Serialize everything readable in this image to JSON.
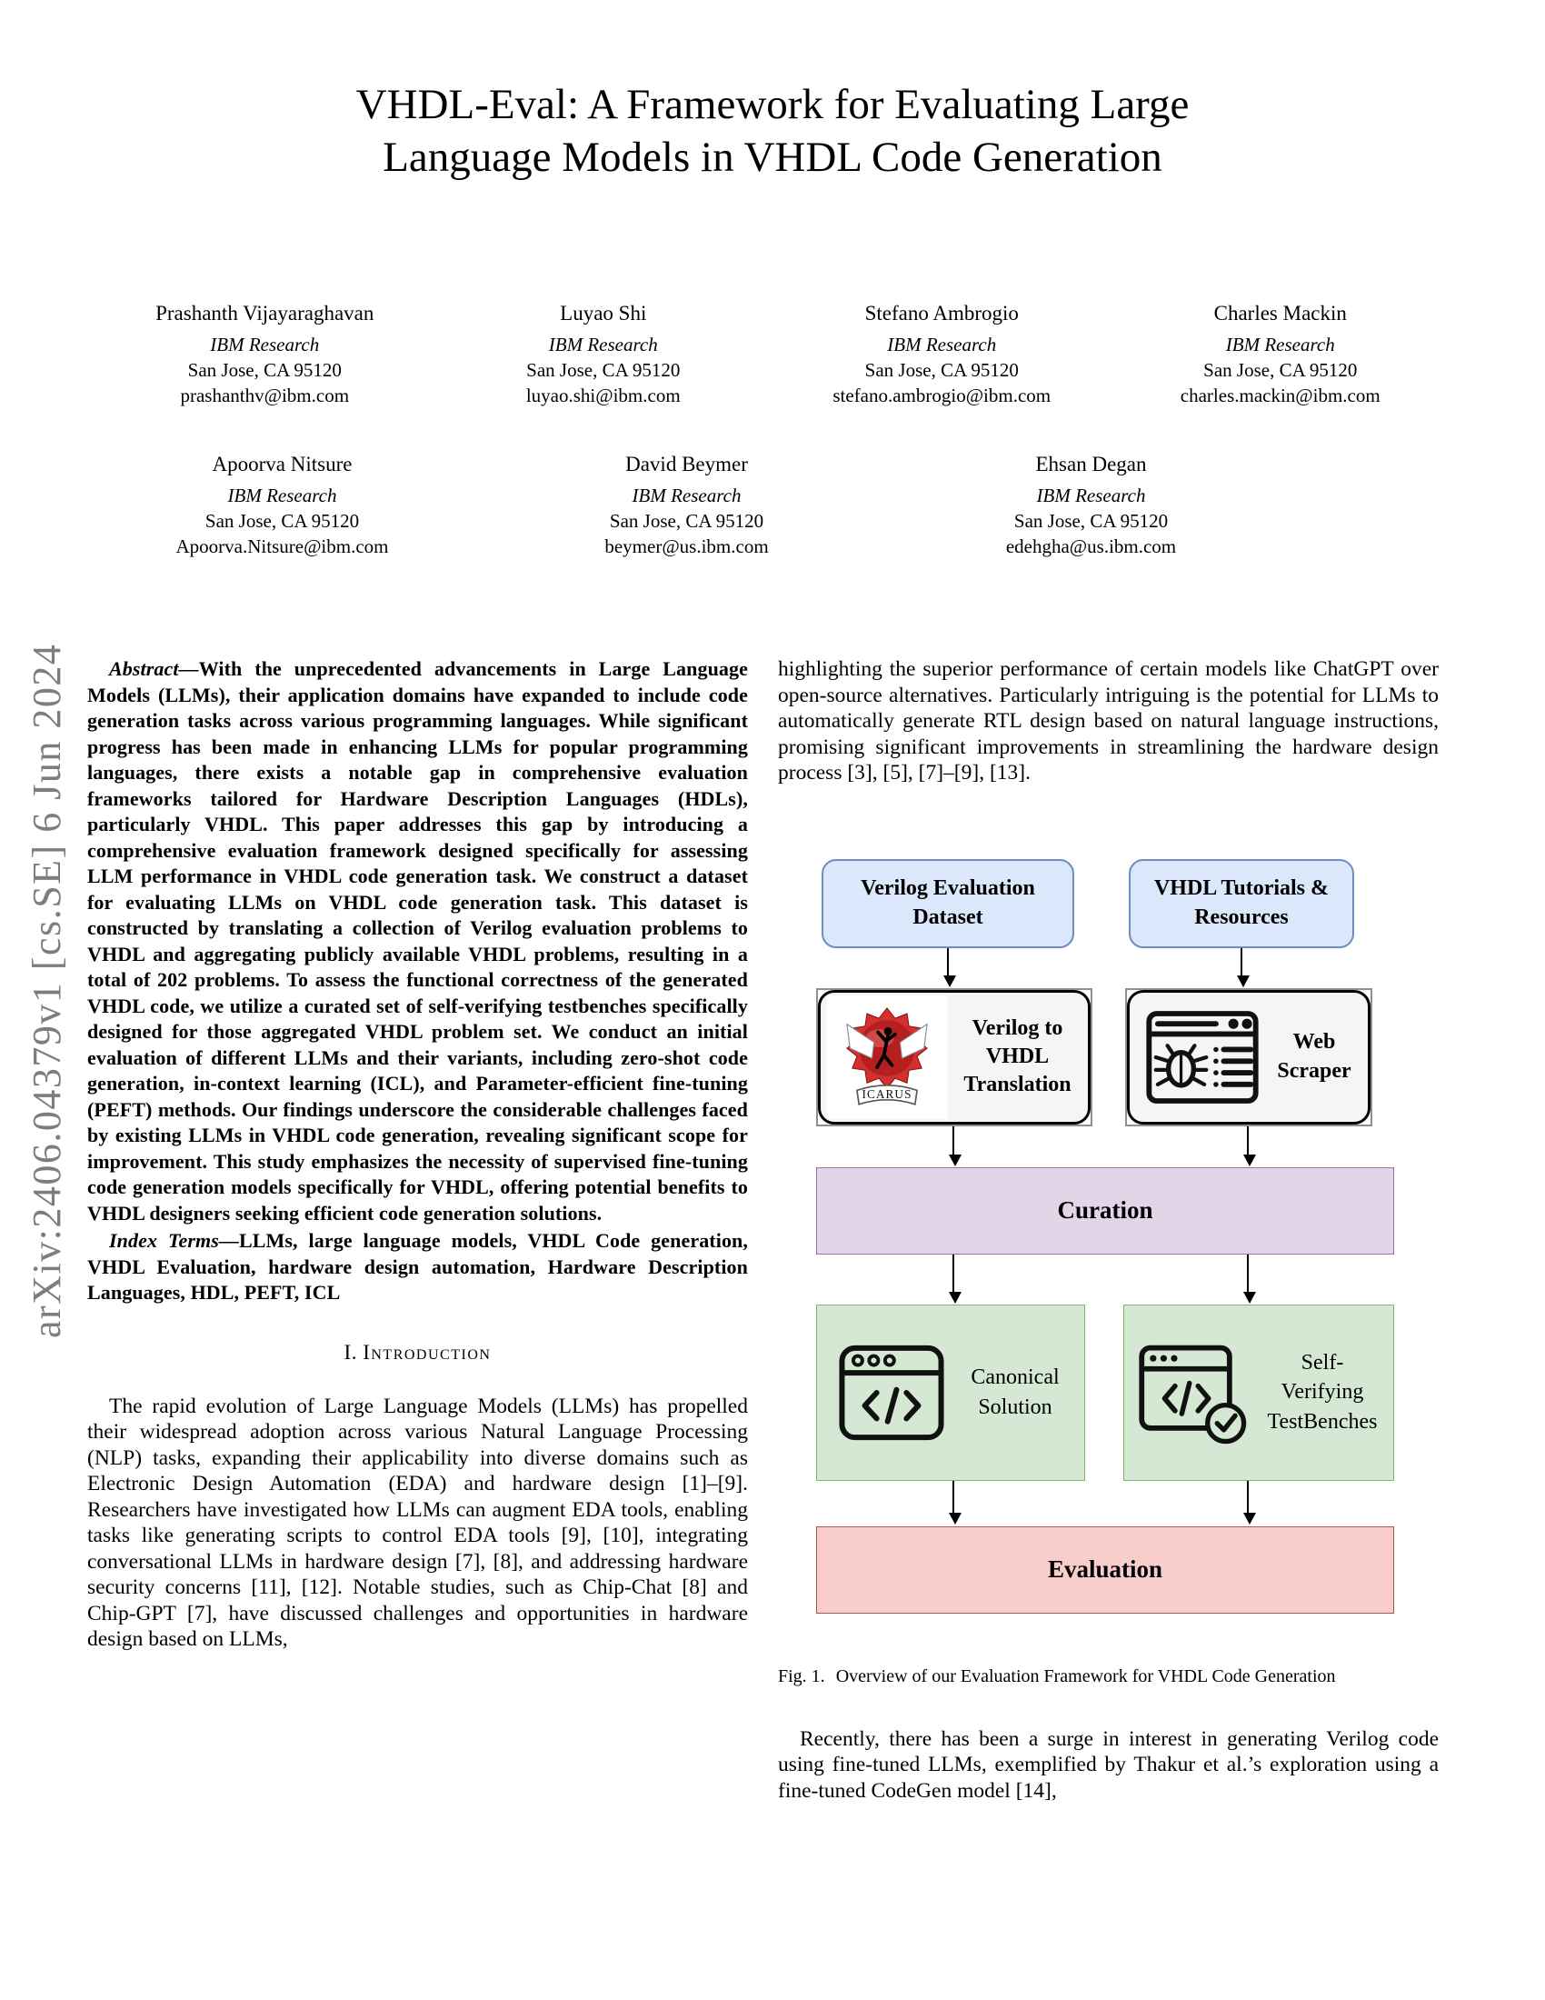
{
  "arxiv_stamp": "arXiv:2406.04379v1  [cs.SE]  6 Jun 2024",
  "title": "VHDL-Eval: A Framework for Evaluating Large Language Models in VHDL Code Generation",
  "authors": {
    "row1": [
      {
        "name": "Prashanth Vijayaraghavan",
        "affiliation": "IBM Research",
        "location": "San Jose, CA 95120",
        "email": "prashanthv@ibm.com"
      },
      {
        "name": "Luyao Shi",
        "affiliation": "IBM Research",
        "location": "San Jose, CA 95120",
        "email": "luyao.shi@ibm.com"
      },
      {
        "name": "Stefano Ambrogio",
        "affiliation": "IBM Research",
        "location": "San Jose, CA 95120",
        "email": "stefano.ambrogio@ibm.com"
      },
      {
        "name": "Charles Mackin",
        "affiliation": "IBM Research",
        "location": "San Jose, CA 95120",
        "email": "charles.mackin@ibm.com"
      }
    ],
    "row2": [
      {
        "name": "Apoorva Nitsure",
        "affiliation": "IBM Research",
        "location": "San Jose, CA 95120",
        "email": "Apoorva.Nitsure@ibm.com"
      },
      {
        "name": "David Beymer",
        "affiliation": "IBM Research",
        "location": "San Jose, CA 95120",
        "email": "beymer@us.ibm.com"
      },
      {
        "name": "Ehsan Degan",
        "affiliation": "IBM Research",
        "location": "San Jose, CA 95120",
        "email": "edehgha@us.ibm.com"
      }
    ]
  },
  "abstract": {
    "lead": "Abstract—",
    "text": "With the unprecedented advancements in Large Language Models (LLMs), their application domains have expanded to include code generation tasks across various programming languages. While significant progress has been made in enhancing LLMs for popular programming languages, there exists a notable gap in comprehensive evaluation frameworks tailored for Hardware Description Languages (HDLs), particularly VHDL. This paper addresses this gap by introducing a comprehensive evaluation framework designed specifically for assessing LLM performance in VHDL code generation task. We construct a dataset for evaluating LLMs on VHDL code generation task. This dataset is constructed by translating a collection of Verilog evaluation problems to VHDL and aggregating publicly available VHDL problems, resulting in a total of 202 problems. To assess the functional correctness of the generated VHDL code, we utilize a curated set of self-verifying testbenches specifically designed for those aggregated VHDL problem set. We conduct an initial evaluation of different LLMs and their variants, including zero-shot code generation, in-context learning (ICL), and Parameter-efficient fine-tuning (PEFT) methods. Our findings underscore the considerable challenges faced by existing LLMs in VHDL code generation, revealing significant scope for improvement. This study emphasizes the necessity of supervised fine-tuning code generation models specifically for VHDL, offering potential benefits to VHDL designers seeking efficient code generation solutions."
  },
  "index_terms": {
    "lead": "Index Terms—",
    "text": "LLMs, large language models, VHDL Code generation, VHDL Evaluation, hardware design automation, Hardware Description Languages, HDL, PEFT, ICL"
  },
  "section": {
    "number": "I.",
    "title": "Introduction"
  },
  "left_column": {
    "paragraph": "The rapid evolution of Large Language Models (LLMs) has propelled their widespread adoption across various Natural Language Processing (NLP) tasks, expanding their applicability into diverse domains such as Electronic Design Automation (EDA) and hardware design [1]–[9]. Researchers have investigated how LLMs can augment EDA tools, enabling tasks like generating scripts to control EDA tools [9], [10], integrating conversational LLMs in hardware design [7], [8], and addressing hardware security concerns [11], [12]. Notable studies, such as Chip-Chat [8] and Chip-GPT [7], have discussed challenges and opportunities in hardware design based on LLMs,"
  },
  "right_column": {
    "paragraph1": "highlighting the superior performance of certain models like ChatGPT over open-source alternatives. Particularly intriguing is the potential for LLMs to automatically generate RTL design based on natural language instructions, promising significant improvements in streamlining the hardware design process [3], [5], [7]–[9], [13].",
    "paragraph2": "Recently, there has been a surge in interest in generating Verilog code using fine-tuned LLMs, exemplified by Thakur et al.’s exploration using a fine-tuned CodeGen model [14],"
  },
  "figure": {
    "caption_label": "Fig. 1.",
    "caption_text": "Overview of our Evaluation Framework for VHDL Code Generation",
    "nodes": {
      "verilog_dataset": "Verilog Evaluation\nDataset",
      "vhdl_tutorials": "VHDL Tutorials &\nResources",
      "verilog_to_vhdl": "Verilog to\nVHDL\nTranslation",
      "web_scraper": "Web\nScraper",
      "curation": "Curation",
      "canonical_solution": "Canonical\nSolution",
      "self_verifying": "Self-\nVerifying\nTestBenches",
      "evaluation": "Evaluation",
      "icarus_banner": "ICARUS"
    },
    "colors": {
      "blue_fill": "#dbe8fb",
      "blue_border": "#6c8ebf",
      "panel_fill": "#f5f5f5",
      "panel_border": "#000000",
      "frame_border": "#8f8f8f",
      "purple_fill": "#e2d5e8",
      "purple_border": "#9673a6",
      "green_fill": "#d5e8d4",
      "green_border": "#82b366",
      "red_fill": "#f8cecc",
      "red_border": "#b85450"
    }
  }
}
